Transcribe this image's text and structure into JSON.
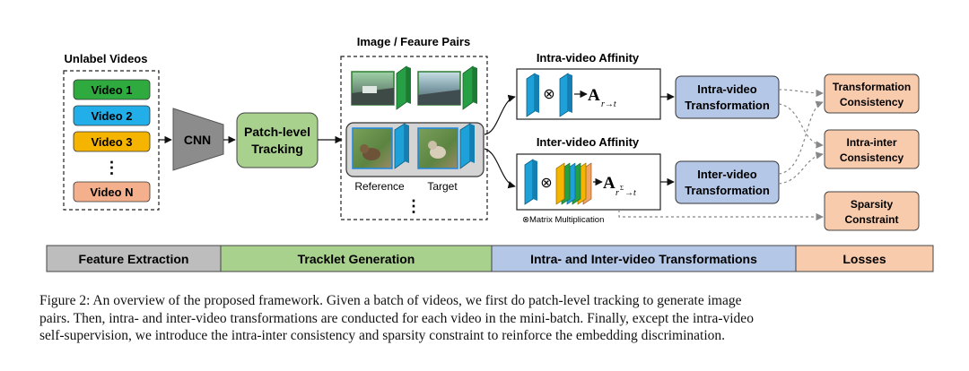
{
  "colors": {
    "video1": "#2eaa3f",
    "video2": "#22aee8",
    "video3": "#f5b400",
    "videoN": "#f4b08c",
    "feature_extraction": "#bdbdbd",
    "tracklet_generation": "#a9d18e",
    "transformations": "#b4c7e7",
    "losses": "#f8cbad",
    "feature_blue": "#1ea0d8",
    "feature_green": "#27a045"
  },
  "unlabel_videos": {
    "title": "Unlabel Videos",
    "items": [
      {
        "label": "Video 1",
        "color_key": "video1"
      },
      {
        "label": "Video 2",
        "color_key": "video2"
      },
      {
        "label": "Video 3",
        "color_key": "video3"
      },
      {
        "label": "Video N",
        "color_key": "videoN"
      }
    ],
    "ellipsis": "⋮"
  },
  "cnn": {
    "label": "CNN"
  },
  "tracking": {
    "line1": "Patch-level",
    "line2": "Tracking"
  },
  "pairs": {
    "title": "Image / Feaure Pairs",
    "reference_label": "Reference",
    "target_label": "Target",
    "ellipsis": "⋮"
  },
  "intra_affinity": {
    "title": "Intra-video Affinity",
    "otimes": "⊗",
    "matrix_symbol": "A",
    "subscript": "r→t"
  },
  "inter_affinity": {
    "title": "Inter-video Affinity",
    "otimes": "⊗",
    "matrix_symbol": "A",
    "subscript_main": "r",
    "subscript_sup": "Σ",
    "subscript_rest": "→t"
  },
  "matmul_note": "⊗Matrix Multiplication",
  "intra_transform": {
    "line1": "Intra-video",
    "line2": "Transformation"
  },
  "inter_transform": {
    "line1": "Inter-video",
    "line2": "Transformation"
  },
  "losses_boxes": [
    {
      "line1": "Transformation",
      "line2": "Consistency"
    },
    {
      "line1": "Intra-inter",
      "line2": "Consistency"
    },
    {
      "line1": "Sparsity",
      "line2": "Constraint"
    }
  ],
  "stages": [
    {
      "label": "Feature Extraction",
      "color_key": "feature_extraction"
    },
    {
      "label": "Tracklet Generation",
      "color_key": "tracklet_generation"
    },
    {
      "label": "Intra- and Inter-video Transformations",
      "color_key": "transformations"
    },
    {
      "label": "Losses",
      "color_key": "losses"
    }
  ],
  "caption": {
    "line1": "Figure 2: An overview of the proposed framework. Given a batch of videos, we first do patch-level tracking to generate image",
    "line2": "pairs. Then, intra- and inter-video transformations are conducted for each video in the mini-batch. Finally, except the intra-video",
    "line3": "self-supervision, we introduce the intra-inter consistency and sparsity constraint to reinforce the embedding discrimination."
  }
}
